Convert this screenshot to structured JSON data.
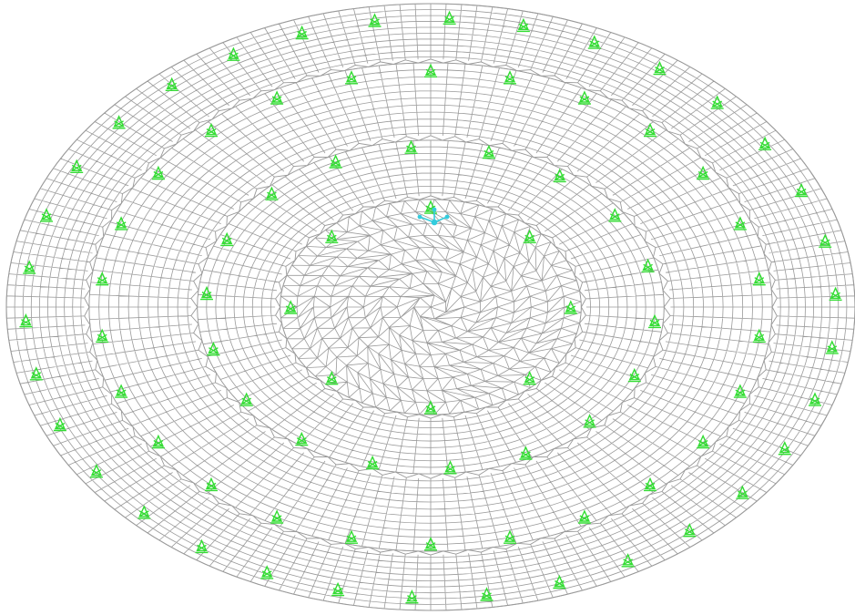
{
  "view": {
    "background_color": "#ffffff",
    "mesh_color": "#9a9a9a",
    "support_color": "#33dd33",
    "axes_color": "#33ccdd"
  },
  "model": {
    "type": "circular slab finite element mesh (isometric view)",
    "zones": [
      {
        "name": "center-triangulated-zone",
        "mesh": "triangular"
      },
      {
        "name": "ring-1",
        "mesh": "quadrilateral"
      },
      {
        "name": "ring-2",
        "mesh": "quadrilateral"
      },
      {
        "name": "ring-3",
        "mesh": "quadrilateral"
      }
    ],
    "support_rings": [
      {
        "name": "inner-support-ring",
        "count": 8
      },
      {
        "name": "middle-support-ring",
        "count": 18
      },
      {
        "name": "outer-support-ring",
        "count": 26
      },
      {
        "name": "edge-support-ring",
        "count": 34
      }
    ],
    "support_icon": "pin-support-icon",
    "origin_icon": "xyz-axes-icon"
  }
}
